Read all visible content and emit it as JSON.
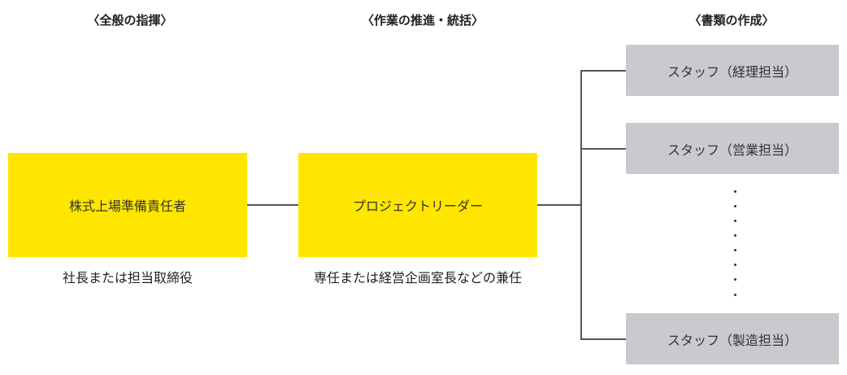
{
  "headings": {
    "general_command": "〈全般の指揮〉",
    "work_promotion": "〈作業の推進・統括〉",
    "document_creation": "〈書類の作成〉"
  },
  "nodes": {
    "listing_officer": "株式上場準備責任者",
    "project_leader": "プロジェクトリーダー",
    "staff_accounting": "スタッフ（経理担当）",
    "staff_sales": "スタッフ（営業担当）",
    "staff_manufacturing": "スタッフ（製造担当）"
  },
  "captions": {
    "listing_officer_note": "社長または担当取締役",
    "project_leader_note": "専任または経営企画室長などの兼任"
  },
  "colors": {
    "primary_box": "#FFE600",
    "staff_box": "#C9C9D0",
    "connector": "#555555"
  }
}
